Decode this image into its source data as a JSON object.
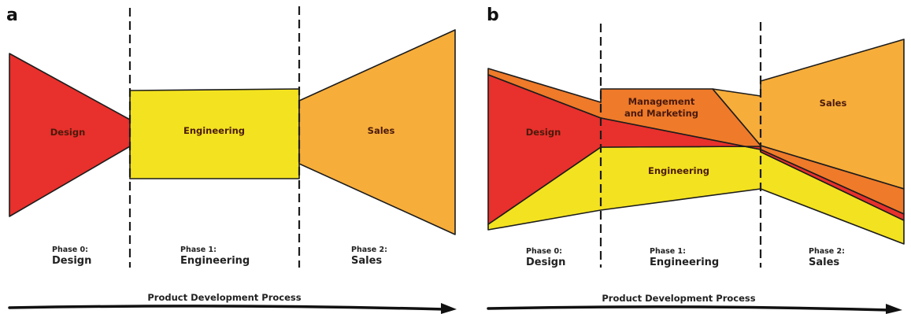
{
  "colors": {
    "design": "#e8302c",
    "engineering": "#f3e21f",
    "sales": "#f7ad3a",
    "management": "#ee7a2a",
    "outline": "#1c1c1c"
  },
  "panel_a": {
    "letter": "a",
    "regions": {
      "design": "Design",
      "engineering": "Engineering",
      "sales": "Sales"
    },
    "phases": [
      {
        "num": "Phase 0:",
        "name": "Design"
      },
      {
        "num": "Phase 1:",
        "name": "Engineering"
      },
      {
        "num": "Phase 2:",
        "name": "Sales"
      }
    ],
    "process_label": "Product Development Process"
  },
  "panel_b": {
    "letter": "b",
    "regions": {
      "design": "Design",
      "management_line1": "Management",
      "management_line2": "and Marketing",
      "engineering": "Engineering",
      "sales": "Sales"
    },
    "phases": [
      {
        "num": "Phase 0:",
        "name": "Design"
      },
      {
        "num": "Phase 1:",
        "name": "Engineering"
      },
      {
        "num": "Phase 2:",
        "name": "Sales"
      }
    ],
    "process_label": "Product Development Process"
  }
}
